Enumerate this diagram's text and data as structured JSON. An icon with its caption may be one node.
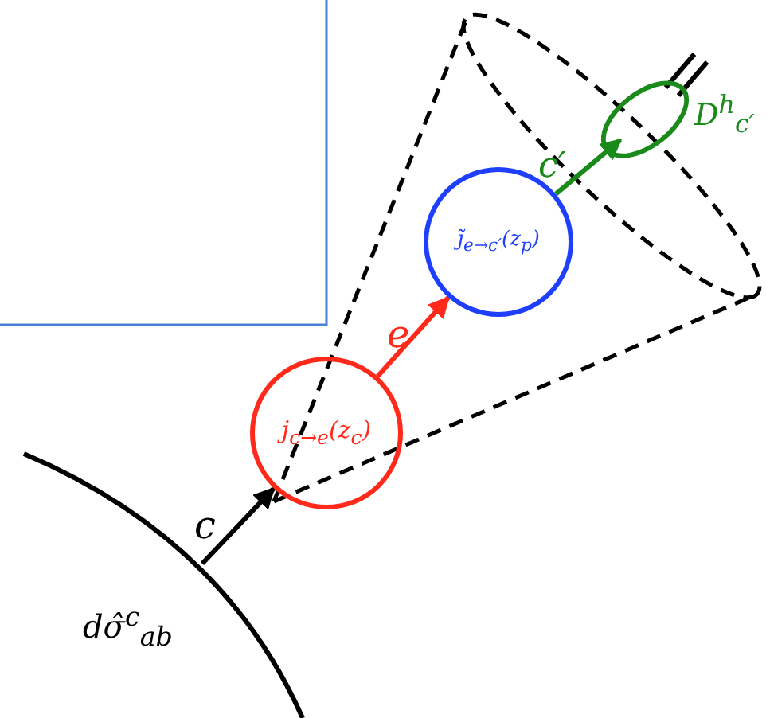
{
  "diagram": {
    "nodes": [
      {
        "text": [
          "dσ̂$^{c}$$_{ab}$"
        ]
      },
      {
        "text": [
          "j$_{c→e}$(z$_{c}$)"
        ]
      },
      {
        "text": [
          "j̃$_{e→c′}$(z$_{p}$)"
        ]
      },
      {
        "text": [],
        "shape": "ellipse",
        "beside": [
          "D$^{h}$$_{c′}$"
        ]
      }
    ],
    "edges": [
      {
        "from": 0,
        "to": 1,
        "arrow": "to",
        "label": "c",
        "color": "#000000"
      },
      {
        "from": 1,
        "to": 2,
        "arrow": "to",
        "label": "e",
        "color": "#ff2a1a"
      },
      {
        "from": 2,
        "to": 3,
        "arrow": "to",
        "label": "c′",
        "color": "#1a8a1a"
      }
    ]
  }
}
